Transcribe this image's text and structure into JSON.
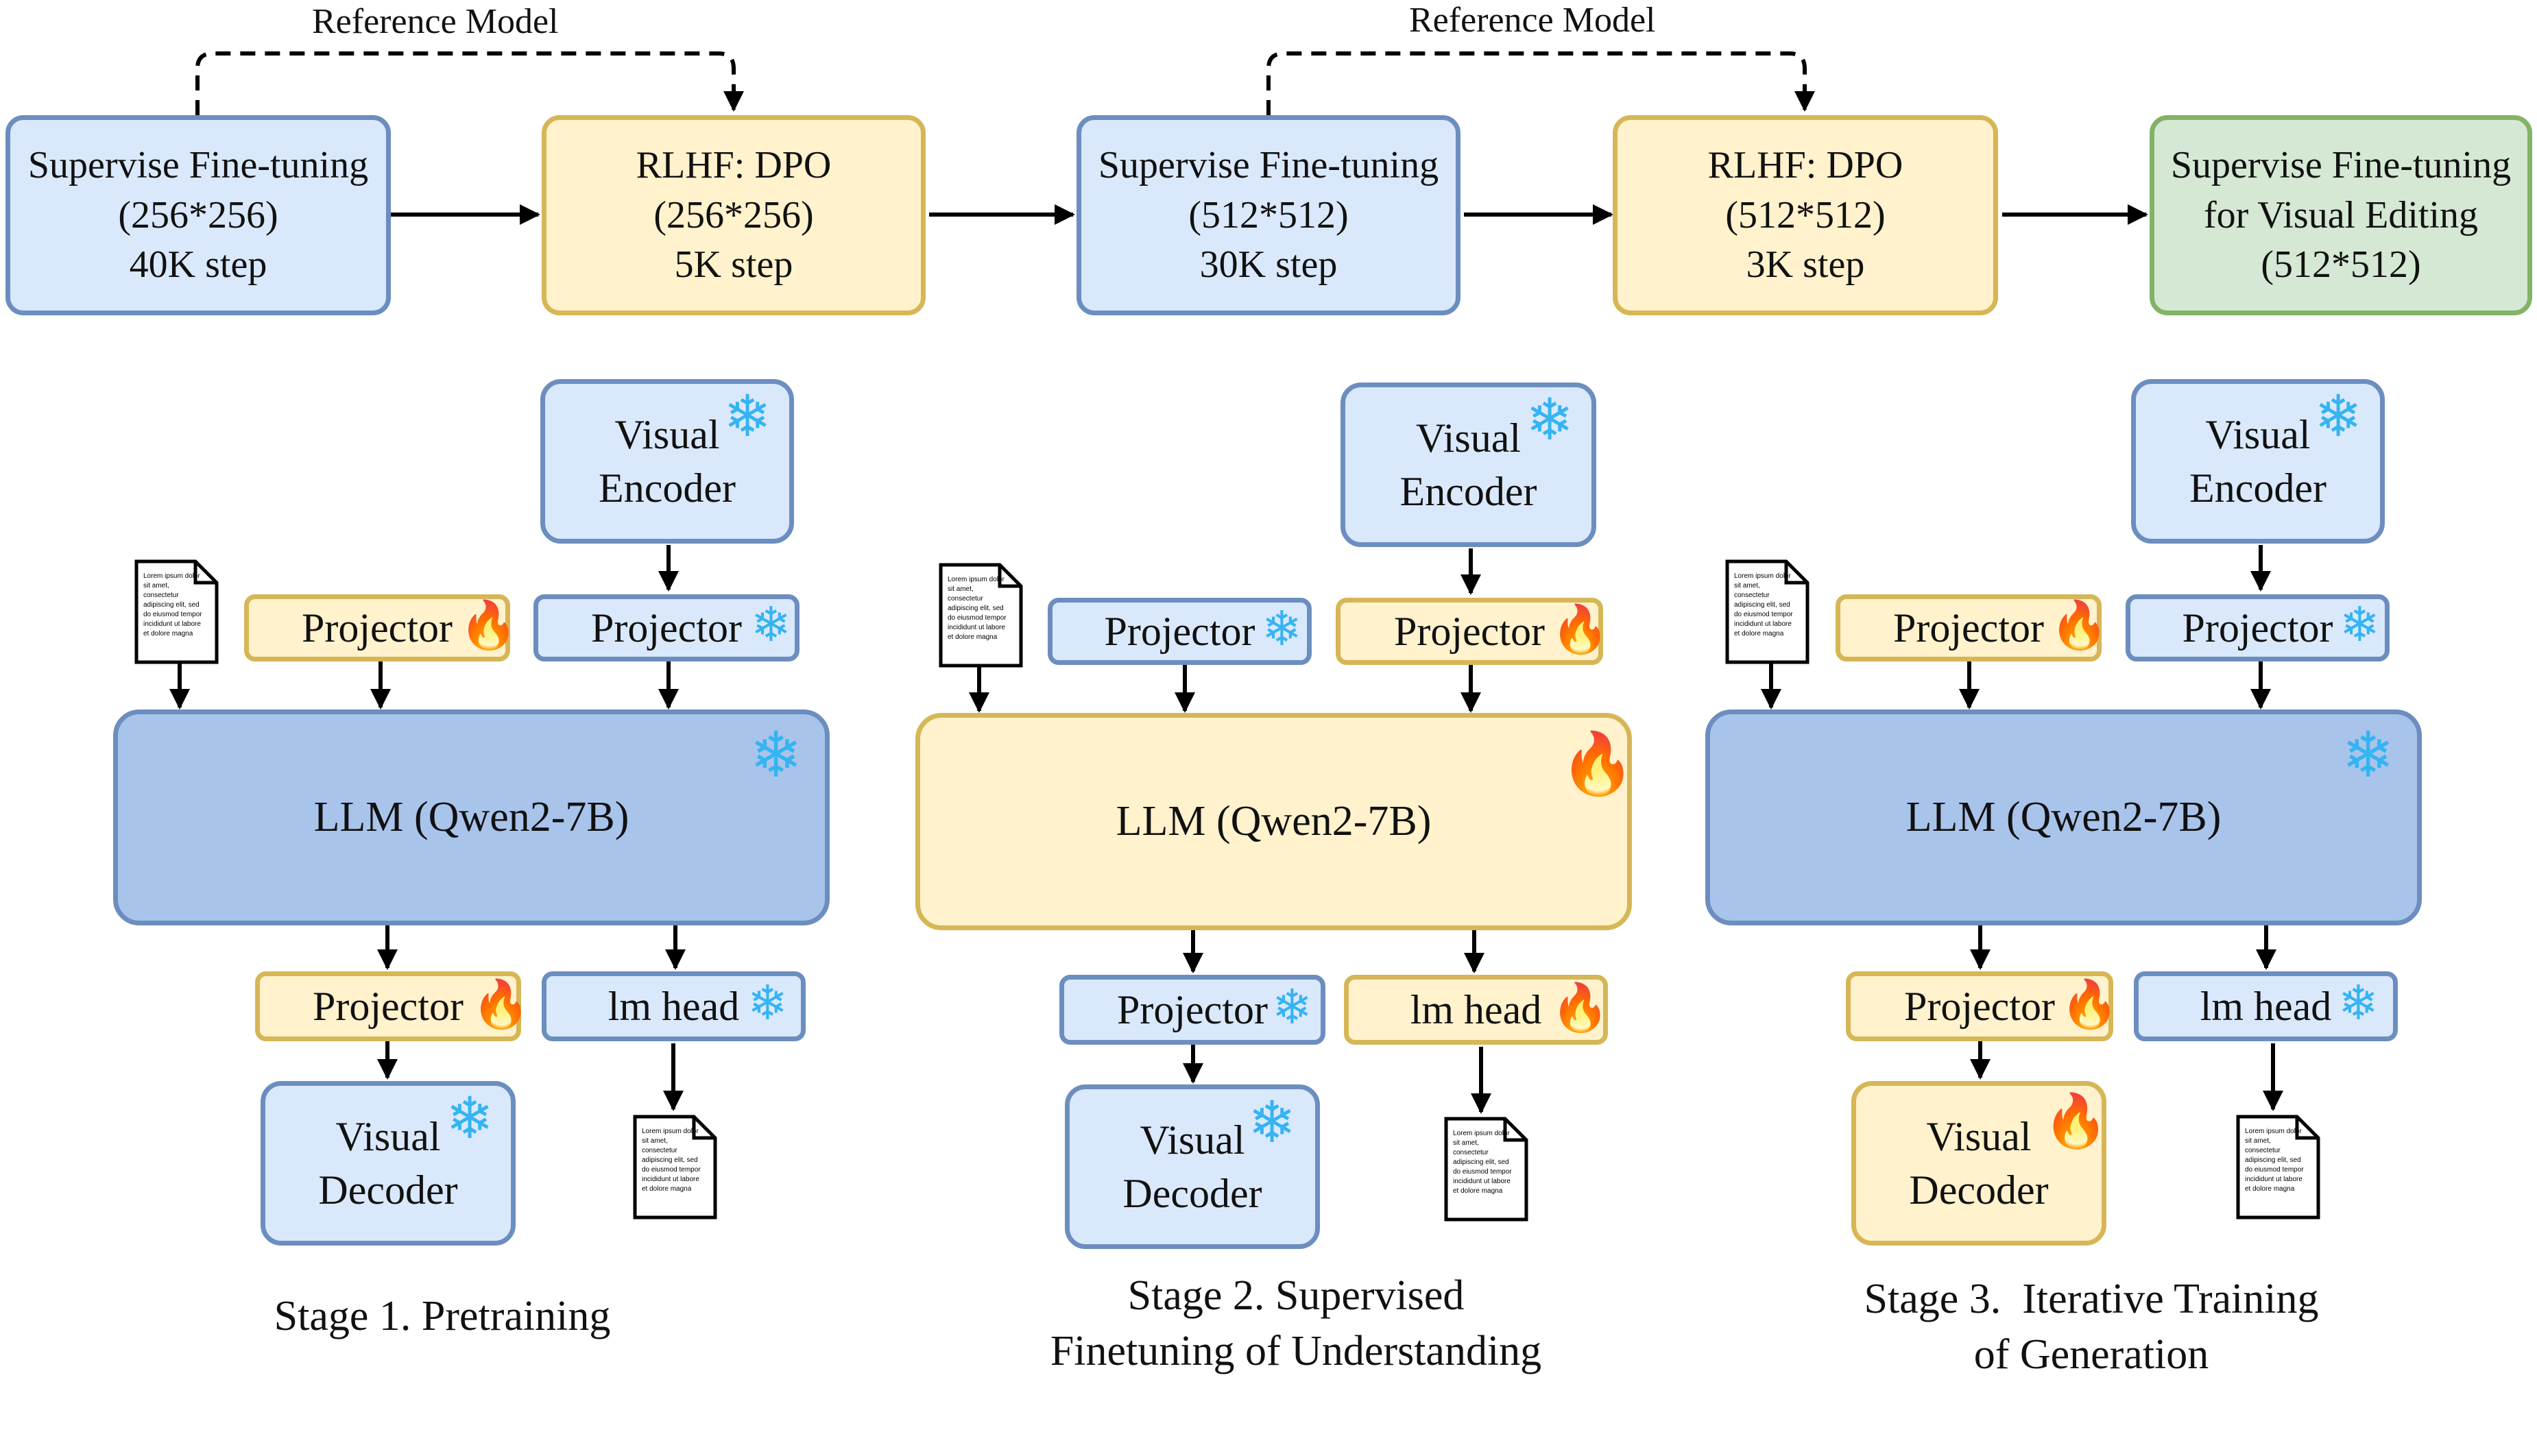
{
  "pipeline": {
    "reference_label": "Reference Model",
    "steps": [
      {
        "lines": [
          "Supervise Fine-tuning",
          "(256*256)",
          "40K step"
        ]
      },
      {
        "lines": [
          "RLHF: DPO",
          "(256*256)",
          "5K step"
        ]
      },
      {
        "lines": [
          "Supervise Fine-tuning",
          "(512*512)",
          "30K step"
        ]
      },
      {
        "lines": [
          "RLHF: DPO",
          "(512*512)",
          "3K step"
        ]
      },
      {
        "lines": [
          "Supervise Fine-tuning",
          "for Visual Editing",
          "(512*512)"
        ]
      }
    ]
  },
  "labels": {
    "visual": "Visual",
    "encoder": "Encoder",
    "decoder": "Decoder",
    "projector": "Projector",
    "lm_head": "lm head",
    "llm": "LLM (Qwen2-7B)"
  },
  "document_text": [
    "Lorem ipsum dolor",
    "sit amet,",
    "consectetur",
    "adipiscing elit, sed",
    "do eiusmod tempor",
    "incididunt ut labore",
    "et dolore magna"
  ],
  "stages": [
    {
      "caption": [
        "Stage 1. Pretraining"
      ]
    },
    {
      "caption": [
        "Stage 2. Supervised",
        "Finetuning of Understanding"
      ]
    },
    {
      "caption": [
        "Stage 3.  Iterative Training",
        "of Generation"
      ]
    }
  ],
  "icons": {
    "frozen": "snowflake-icon",
    "trainable": "fire-icon"
  },
  "colors": {
    "blue_fill": "#dae8fc",
    "blue_stroke": "#6c8ebf",
    "yellow_fill": "#fff2cc",
    "yellow_stroke": "#d6b656",
    "green_fill": "#d5e8d4",
    "green_stroke": "#82b366",
    "llm_blue_fill": "#a9c4eb",
    "snow": "#35b4f2",
    "fire": "#e8570e"
  }
}
